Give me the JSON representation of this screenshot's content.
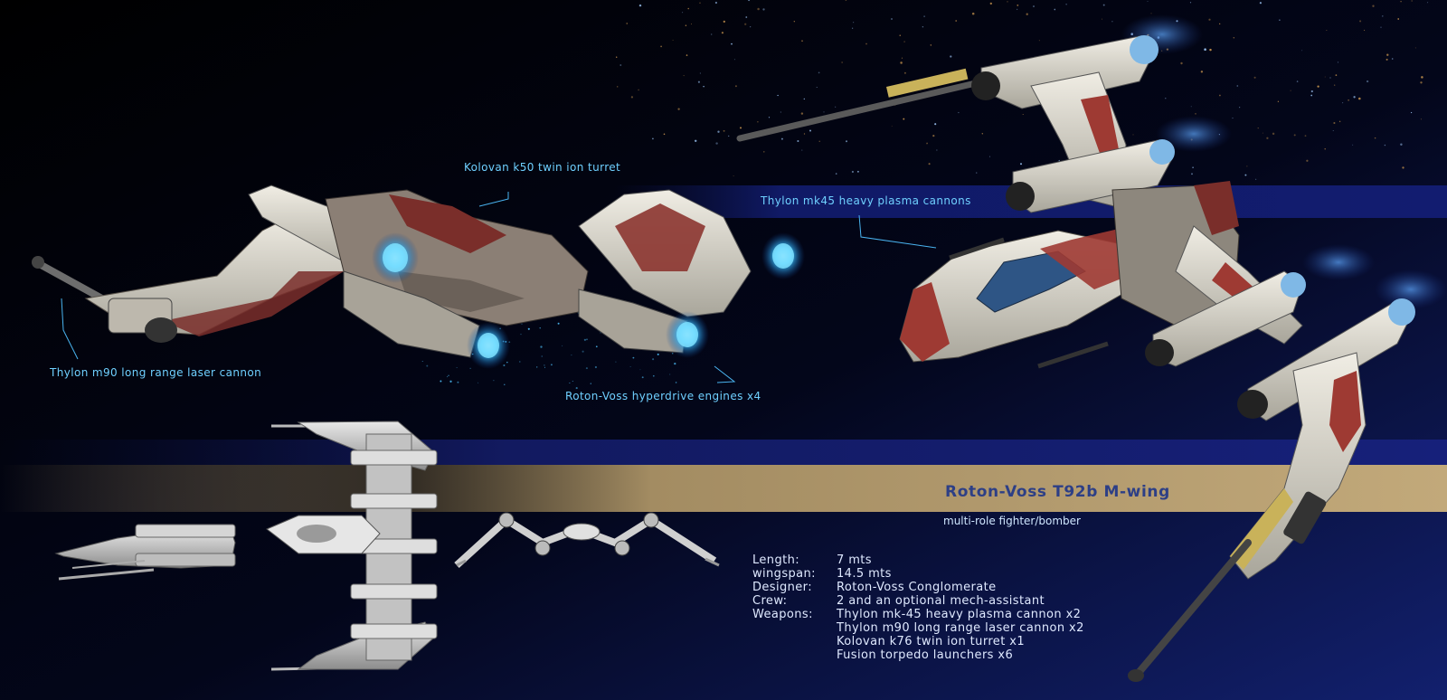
{
  "callouts": {
    "turret": "Kolovan k50 twin ion turret",
    "plasma": "Thylon mk45 heavy plasma cannons",
    "laser": "Thylon m90 long range laser cannon",
    "engines": "Roton-Voss hyperdrive engines x4"
  },
  "title": "Roton-Voss T92b M-wing",
  "subtitle": "multi-role fighter/bomber",
  "specs": [
    {
      "key": "Length:",
      "values": [
        "7 mts"
      ]
    },
    {
      "key": "wingspan:",
      "values": [
        "14.5 mts"
      ]
    },
    {
      "key": "Designer:",
      "values": [
        "Roton-Voss Conglomerate"
      ]
    },
    {
      "key": "Crew:",
      "values": [
        "2 and an optional mech-assistant"
      ]
    },
    {
      "key": "Weapons:",
      "values": [
        "Thylon mk-45 heavy plasma cannon x2",
        "Thylon m90 long range laser cannon x2",
        "Kolovan k76 twin ion turret x1",
        "Fusion torpedo launchers x6"
      ]
    }
  ],
  "colors": {
    "background": "#000000",
    "band_navy": "#10185a",
    "band_gold": "#b59d6f",
    "callout": "#6fd0ff",
    "title": "#2d3f86",
    "hull_white": "#e4e0d4",
    "hull_red": "#9e3a33",
    "engine_glow": "#3cc4ff"
  }
}
